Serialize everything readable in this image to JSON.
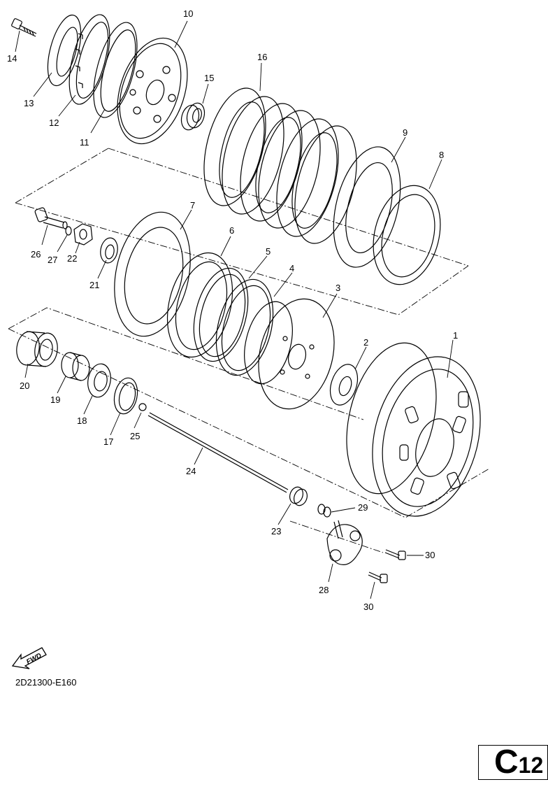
{
  "diagram": {
    "callouts": [
      "1",
      "2",
      "3",
      "4",
      "5",
      "6",
      "7",
      "8",
      "9",
      "10",
      "11",
      "12",
      "13",
      "14",
      "15",
      "16",
      "17",
      "18",
      "19",
      "20",
      "21",
      "22",
      "23",
      "24",
      "25",
      "26",
      "27",
      "28",
      "29",
      "30",
      "30"
    ],
    "fwd_label": "FWD",
    "diagram_code": "2D21300-E160",
    "page_label_letter": "C",
    "page_label_number": "12"
  }
}
